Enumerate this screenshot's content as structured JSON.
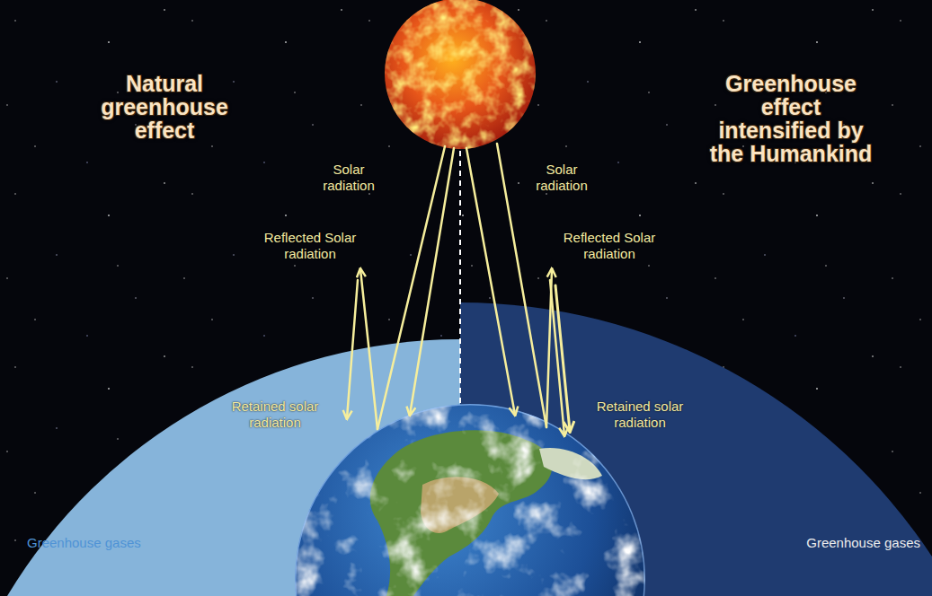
{
  "diagram": {
    "labels": [
      "Natural greenhouse effect",
      "Greenhouse effect intensified by the Humankind",
      "Solar radiation",
      "Solar radiation",
      "Reflected Solar radiation",
      "Reflected Solar radiation",
      "Retained solar radiation",
      "Retained solar radiation",
      "Greenhouse gases",
      "Greenhouse gases"
    ]
  }
}
